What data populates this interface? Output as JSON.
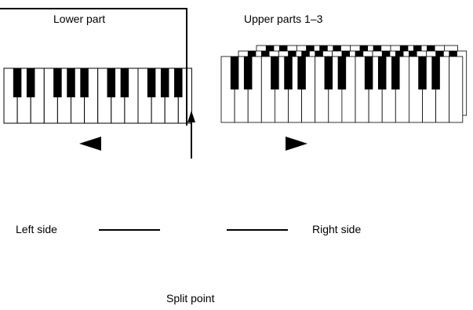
{
  "labels": {
    "lower_part": "Lower part",
    "upper_parts": "Upper parts 1–3",
    "left_side": "Left side",
    "right_side": "Right side",
    "split_point": "Split point"
  },
  "keyboard": {
    "lower_octave_count": 2,
    "upper_layer_count": 3,
    "key_color_white": "#ffffff",
    "key_color_black": "#000000",
    "outline_color": "#000000"
  },
  "icons": {
    "left_arrow": "triangle-left",
    "right_arrow": "triangle-right",
    "split_arrow": "arrow-up"
  }
}
